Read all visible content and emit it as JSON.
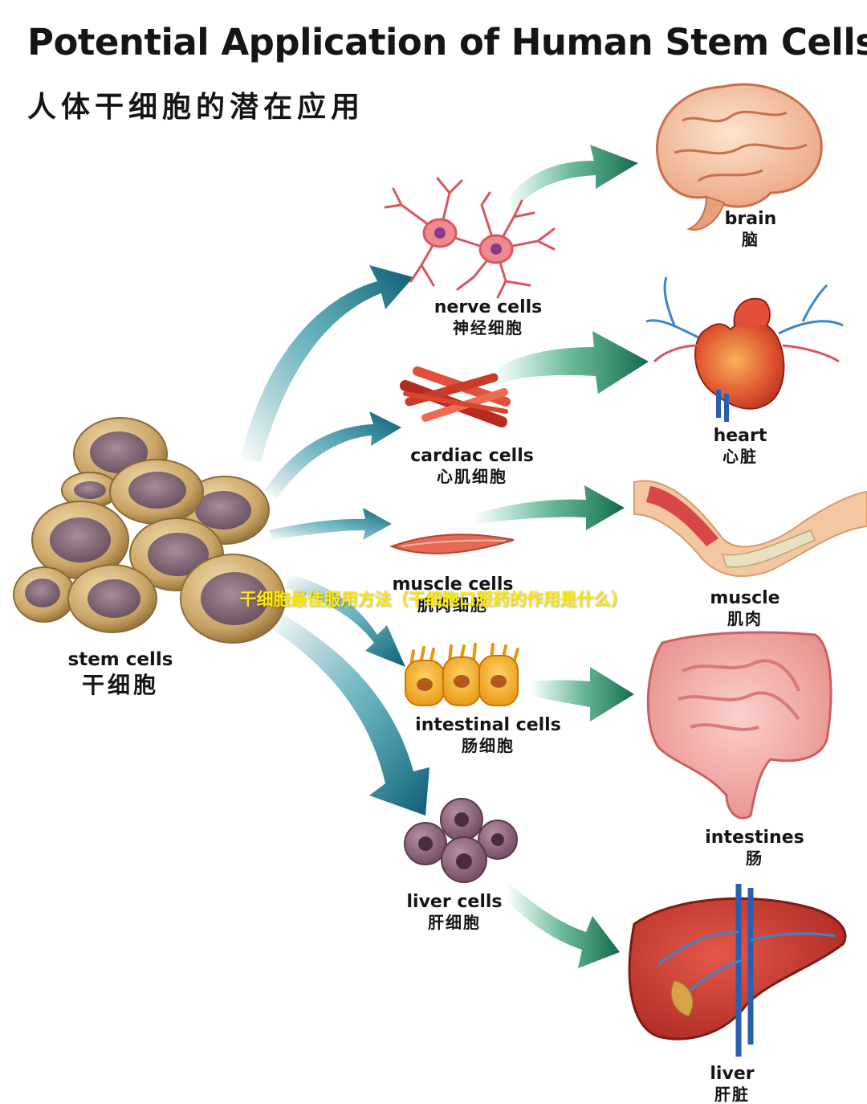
{
  "title": "Potential Application of Human Stem Cells",
  "subtitle": "人体干细胞的潜在应用",
  "overlay_caption": "干细胞最佳服用方法（干细胞口服药的作用是什么）",
  "source": {
    "en": "stem cells",
    "zh": "干细胞"
  },
  "cells": [
    {
      "en": "nerve cells",
      "zh": "神经细胞"
    },
    {
      "en": "cardiac cells",
      "zh": "心肌细胞"
    },
    {
      "en": "muscle cells",
      "zh": "肌肉细胞"
    },
    {
      "en": "intestinal cells",
      "zh": "肠细胞"
    },
    {
      "en": "liver cells",
      "zh": "肝细胞"
    }
  ],
  "organs": [
    {
      "en": "brain",
      "zh": "脑"
    },
    {
      "en": "heart",
      "zh": "心脏"
    },
    {
      "en": "muscle",
      "zh": "肌肉"
    },
    {
      "en": "intestines",
      "zh": "肠"
    },
    {
      "en": "liver",
      "zh": "肝脏"
    }
  ],
  "colors": {
    "arrow_teal": "#0c6a7e",
    "arrow_green": "#1a7a4a",
    "stem_cell": "#c9a364",
    "nucleus": "#7b6070",
    "overlay_text": "#ffea00"
  }
}
